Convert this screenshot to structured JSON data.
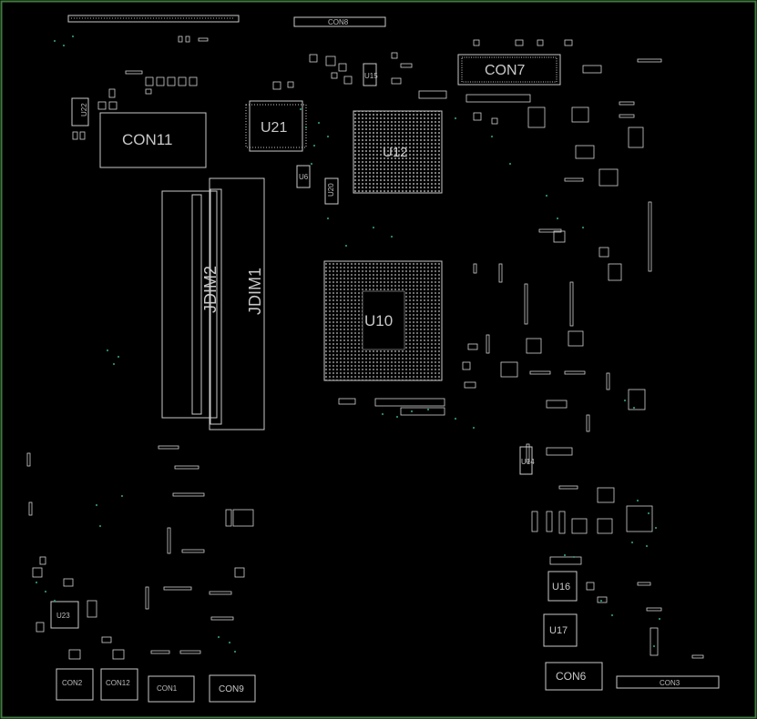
{
  "board": {
    "edge_color": "#3f7a3f",
    "silk_color": "#cfcfcf",
    "via_color": "#2f8f6b"
  },
  "components": {
    "con11": "CON11",
    "con7": "CON7",
    "con8": "CON8",
    "u21": "U21",
    "u12": "U12",
    "u10": "U10",
    "u22": "U22",
    "u20": "U20",
    "jdim1": "JDIM1",
    "jdim2": "JDIM2",
    "u23": "U23",
    "u16": "U16",
    "u17": "U17",
    "con6": "CON6",
    "con3": "CON3",
    "con2": "CON2",
    "con12": "CON12",
    "con1": "CON1",
    "con9": "CON9",
    "u15": "U15",
    "u6": "U6",
    "u14": "U14"
  }
}
